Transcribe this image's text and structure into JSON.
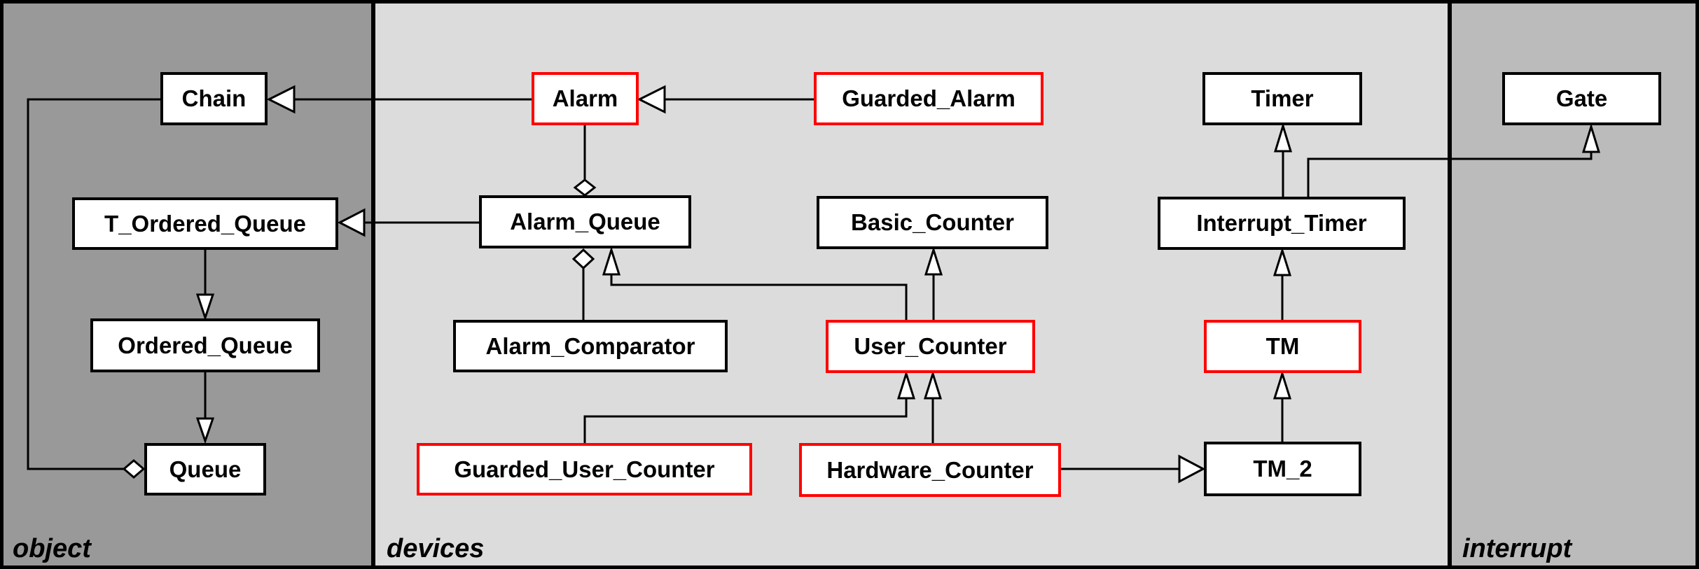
{
  "regions": [
    {
      "id": "object",
      "label": "object",
      "bg": "#999999"
    },
    {
      "id": "devices",
      "label": "devices",
      "bg": "#dcdcdc"
    },
    {
      "id": "interrupt",
      "label": "interrupt",
      "bg": "#bbbbbb"
    }
  ],
  "nodes": {
    "chain": {
      "label": "Chain",
      "region": "object",
      "highlighted": false
    },
    "alarm": {
      "label": "Alarm",
      "region": "devices",
      "highlighted": true
    },
    "guarded_alarm": {
      "label": "Guarded_Alarm",
      "region": "devices",
      "highlighted": true
    },
    "timer": {
      "label": "Timer",
      "region": "devices",
      "highlighted": false
    },
    "gate": {
      "label": "Gate",
      "region": "interrupt",
      "highlighted": false
    },
    "t_ordered_queue": {
      "label": "T_Ordered_Queue",
      "region": "object",
      "highlighted": false
    },
    "alarm_queue": {
      "label": "Alarm_Queue",
      "region": "devices",
      "highlighted": false
    },
    "basic_counter": {
      "label": "Basic_Counter",
      "region": "devices",
      "highlighted": false
    },
    "interrupt_timer": {
      "label": "Interrupt_Timer",
      "region": "devices",
      "highlighted": false
    },
    "ordered_queue": {
      "label": "Ordered_Queue",
      "region": "object",
      "highlighted": false
    },
    "alarm_comparator": {
      "label": "Alarm_Comparator",
      "region": "devices",
      "highlighted": false
    },
    "user_counter": {
      "label": "User_Counter",
      "region": "devices",
      "highlighted": true
    },
    "tm": {
      "label": "TM",
      "region": "devices",
      "highlighted": true
    },
    "queue": {
      "label": "Queue",
      "region": "object",
      "highlighted": false
    },
    "guarded_user_counter": {
      "label": "Guarded_User_Counter",
      "region": "devices",
      "highlighted": true
    },
    "hardware_counter": {
      "label": "Hardware_Counter",
      "region": "devices",
      "highlighted": true
    },
    "tm_2": {
      "label": "TM_2",
      "region": "devices",
      "highlighted": false
    }
  },
  "edges": [
    {
      "from": "alarm",
      "to": "chain",
      "type": "inheritance"
    },
    {
      "from": "guarded_alarm",
      "to": "alarm",
      "type": "inheritance"
    },
    {
      "from": "alarm_queue",
      "to": "alarm",
      "type": "aggregation",
      "diamond_at": "alarm_queue"
    },
    {
      "from": "alarm_queue",
      "to": "t_ordered_queue",
      "type": "inheritance"
    },
    {
      "from": "alarm_queue",
      "to": "alarm_comparator",
      "type": "aggregation",
      "diamond_at": "alarm_queue"
    },
    {
      "from": "user_counter",
      "to": "alarm_queue",
      "type": "inheritance"
    },
    {
      "from": "user_counter",
      "to": "basic_counter",
      "type": "inheritance"
    },
    {
      "from": "guarded_user_counter",
      "to": "user_counter",
      "type": "inheritance"
    },
    {
      "from": "hardware_counter",
      "to": "user_counter",
      "type": "inheritance"
    },
    {
      "from": "hardware_counter",
      "to": "tm_2",
      "type": "inheritance"
    },
    {
      "from": "tm_2",
      "to": "tm",
      "type": "inheritance"
    },
    {
      "from": "tm",
      "to": "interrupt_timer",
      "type": "inheritance"
    },
    {
      "from": "interrupt_timer",
      "to": "timer",
      "type": "inheritance"
    },
    {
      "from": "interrupt_timer",
      "to": "gate",
      "type": "inheritance"
    },
    {
      "from": "queue",
      "to": "chain",
      "type": "aggregation",
      "diamond_at": "queue"
    },
    {
      "from": "t_ordered_queue",
      "to": "ordered_queue",
      "type": "arrow-down"
    },
    {
      "from": "ordered_queue",
      "to": "queue",
      "type": "arrow-down"
    }
  ],
  "colors": {
    "object_bg": "#999999",
    "devices_bg": "#dcdcdc",
    "interrupt_bg": "#bbbbbb",
    "box_fill": "#ffffff",
    "box_border": "#000000",
    "highlight_border": "#ff0000",
    "line": "#000000"
  }
}
